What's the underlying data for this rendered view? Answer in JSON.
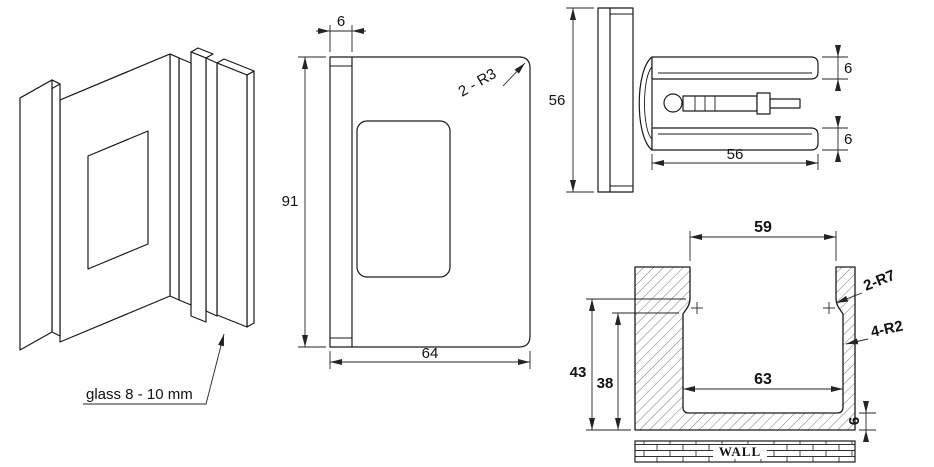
{
  "views": {
    "isometric": {
      "glass_label": "glass 8 - 10 mm"
    },
    "front": {
      "plate_thickness": "6",
      "height": "91",
      "width": "64",
      "corner_radius_note": "2 - R3"
    },
    "side": {
      "plate_width": "56",
      "body_length": "56",
      "top_plate_gap": "6",
      "bottom_plate_gap": "6"
    },
    "cutout": {
      "opening_width": "59",
      "depth_total": "43",
      "depth_inner": "38",
      "inner_width": "63",
      "edge_offset": "6",
      "fillet_note": "2-R7",
      "corner_note": "4-R2",
      "wall_label": "WALL"
    }
  },
  "colors": {
    "line": "#1a1a1a",
    "background": "#ffffff"
  }
}
